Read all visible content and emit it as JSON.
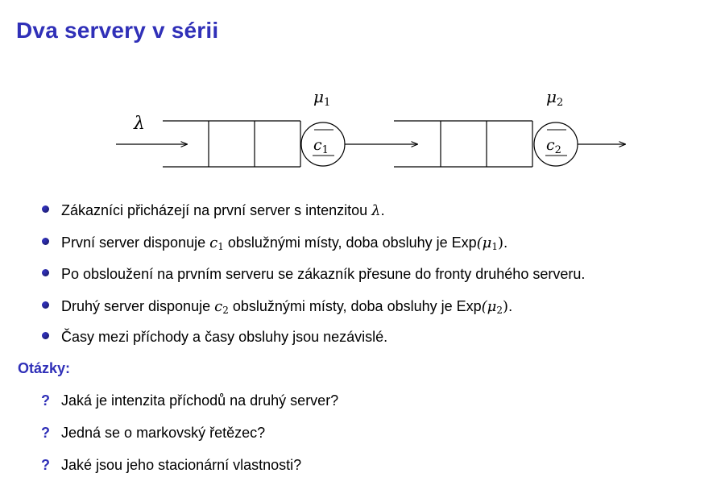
{
  "title": "Dva servery v sérii",
  "diagram": {
    "arrival_label": "λ",
    "server1": {
      "rate_symbol": "μ",
      "rate_sub": "1",
      "capacity_symbol": "c",
      "capacity_sub": "1"
    },
    "server2": {
      "rate_symbol": "μ",
      "rate_sub": "2",
      "capacity_symbol": "c",
      "capacity_sub": "2"
    }
  },
  "bullets": [
    {
      "parts": [
        "Zákazníci přicházejí na první server s intenzitou ",
        {
          "m": "λ"
        },
        "."
      ]
    },
    {
      "parts": [
        "První server disponuje ",
        {
          "m": "c",
          "sub": "1"
        },
        " obslužnými místy, doba obsluhy je Exp",
        {
          "mu": "(μ",
          "sub": "1",
          "close": ")"
        },
        "."
      ]
    },
    {
      "parts": [
        "Po obsloužení na prvním serveru se zákazník přesune do fronty druhého serveru."
      ]
    },
    {
      "parts": [
        "Druhý server disponuje ",
        {
          "m": "c",
          "sub": "2"
        },
        " obslužnými místy, doba obsluhy je Exp",
        {
          "mu": "(μ",
          "sub": "2",
          "close": ")"
        },
        "."
      ]
    },
    {
      "parts": [
        "Časy mezi příchody a časy obsluhy jsou nezávislé."
      ]
    }
  ],
  "questions_heading": "Otázky:",
  "question_marker": "?",
  "questions": [
    "Jaká je intenzita příchodů na druhý server?",
    "Jedná se o markovský řetězec?",
    "Jaké jsou jeho stacionární vlastnosti?"
  ],
  "colors": {
    "accent": "#3030b8",
    "text": "#000000"
  }
}
